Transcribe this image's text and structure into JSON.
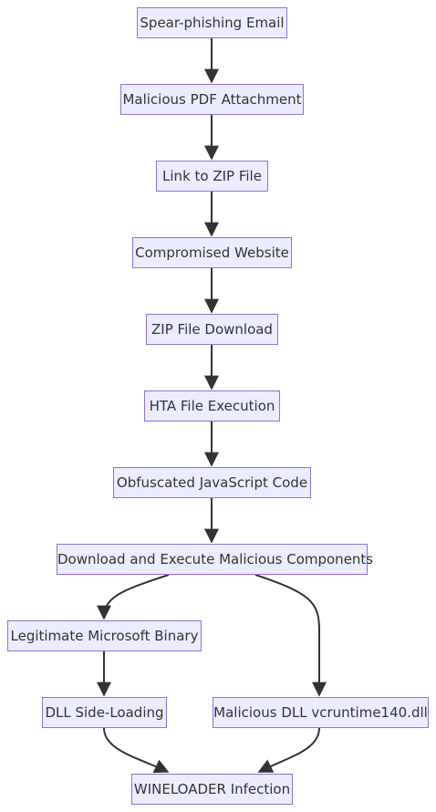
{
  "diagram": {
    "type": "flowchart",
    "colors": {
      "node_fill": "#ECECFF",
      "node_border": "#9370DB",
      "text": "#333333",
      "edge": "#333333"
    },
    "nodes": [
      {
        "id": "email",
        "label": "Spear-phishing Email"
      },
      {
        "id": "pdf",
        "label": "Malicious PDF Attachment"
      },
      {
        "id": "zip_link",
        "label": "Link to ZIP File"
      },
      {
        "id": "website",
        "label": "Compromised Website"
      },
      {
        "id": "zip_download",
        "label": "ZIP File Download"
      },
      {
        "id": "hta",
        "label": "HTA File Execution"
      },
      {
        "id": "js",
        "label": "Obfuscated JavaScript Code"
      },
      {
        "id": "download",
        "label": "Download and Execute Malicious Components"
      },
      {
        "id": "binary",
        "label": "Legitimate Microsoft Binary"
      },
      {
        "id": "sideload",
        "label": "DLL Side-Loading"
      },
      {
        "id": "dll",
        "label": "Malicious DLL vcruntime140.dll"
      },
      {
        "id": "wineloader",
        "label": "WINELOADER Infection"
      }
    ],
    "edges": [
      {
        "from": "email",
        "to": "pdf"
      },
      {
        "from": "pdf",
        "to": "zip_link"
      },
      {
        "from": "zip_link",
        "to": "website"
      },
      {
        "from": "website",
        "to": "zip_download"
      },
      {
        "from": "zip_download",
        "to": "hta"
      },
      {
        "from": "hta",
        "to": "js"
      },
      {
        "from": "js",
        "to": "download"
      },
      {
        "from": "download",
        "to": "binary"
      },
      {
        "from": "download",
        "to": "dll"
      },
      {
        "from": "binary",
        "to": "sideload"
      },
      {
        "from": "sideload",
        "to": "wineloader"
      },
      {
        "from": "dll",
        "to": "wineloader"
      }
    ]
  }
}
